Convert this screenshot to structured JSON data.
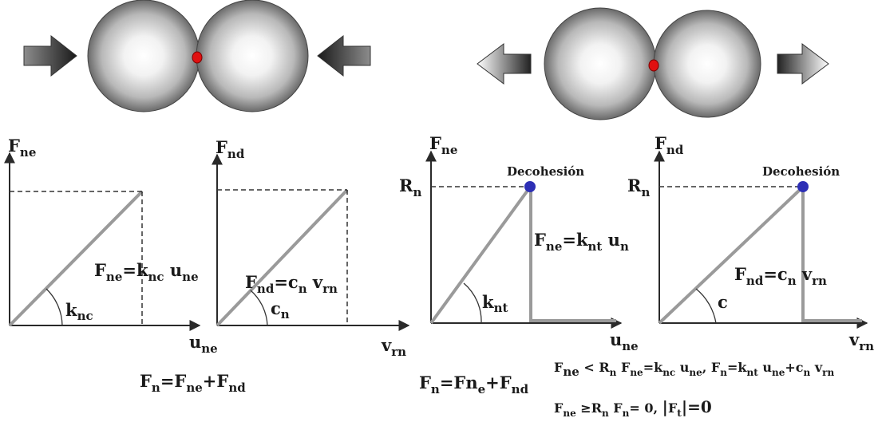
{
  "colors": {
    "axis": "#2a2a2a",
    "line": "#9a9a9a",
    "contact": "#e01010",
    "point": "#2d2fb5",
    "sphere_light": "#ffffff",
    "sphere_dark": "#5e5e5e"
  },
  "icons": {
    "compression": "arrow-inward-icon",
    "traction": "arrow-outward-icon"
  },
  "plots": {
    "p1": {
      "ylabel": "F",
      "ylabel_sub": "ne",
      "xlabel": "u",
      "xlabel_sub": "ne",
      "angle": "k",
      "angle_sub": "nc",
      "eq": {
        "a": "F",
        "a_sub": "ne",
        "eq": "=k",
        "b_sub": "nc",
        "c": " u",
        "c_sub": "ne"
      }
    },
    "p2": {
      "ylabel": "F",
      "ylabel_sub": "nd",
      "xlabel": "v",
      "xlabel_sub": "rn",
      "angle": "c",
      "angle_sub": "n",
      "eq": {
        "a": "F",
        "a_sub": "nd",
        "eq": "=c",
        "b_sub": "n",
        "c": " v",
        "c_sub": "rn"
      }
    },
    "p3": {
      "ylabel": "F",
      "ylabel_sub": "ne",
      "xlabel": "u",
      "xlabel_sub": "ne",
      "angle": "k",
      "angle_sub": "nt",
      "tick": "R",
      "tick_sub": "n",
      "point": "Decohesión",
      "eq": {
        "a": "F",
        "a_sub": "ne",
        "eq": "=k",
        "b_sub": "nt",
        "c": " u",
        "c_sub": "n"
      }
    },
    "p4": {
      "ylabel": "F",
      "ylabel_sub": "nd",
      "xlabel": "v",
      "xlabel_sub": "rn",
      "angle": "c",
      "tick": "R",
      "tick_sub": "n",
      "point": "Decohesión",
      "eq": {
        "a": "F",
        "a_sub": "nd",
        "eq": "=c",
        "b_sub": "n",
        "c": " v",
        "c_sub": "rn"
      }
    }
  },
  "formulas": {
    "left": {
      "a": "F",
      "a_sub": "n",
      "b": "=F",
      "b_sub": "ne",
      "c": "+F",
      "c_sub": "nd"
    },
    "right": {
      "a": "F",
      "a_sub": "n",
      "b": "=Fn",
      "b_sub": "e",
      "c": "+F",
      "c_sub": "nd"
    },
    "cond1": {
      "f1": "F",
      "f1_sub": "ne",
      "lt": " < R",
      "lt_sub": "n",
      "f2": "  F",
      "f2_sub": "ne",
      "e2": "=k",
      "e2_sub": "nc",
      "e3": " u",
      "e3_sub": "ne",
      "e4": ", F",
      "e4_sub": "n",
      "e5": "=k",
      "e5_sub": "nt",
      "e6": " u",
      "e6_sub": "ne",
      "e7": "+c",
      "e7_sub": "n",
      "e8": " v",
      "e8_sub": "rn"
    },
    "cond2": {
      "f1": "F",
      "f1_sub": "ne",
      "ge": " ≥R",
      "ge_sub": "n",
      "f2": " F",
      "f2_sub": "n",
      "z1": "= 0,  ",
      "bar": "|",
      "ft": "F",
      "ft_sub": "t",
      "z2": "|=0"
    }
  }
}
